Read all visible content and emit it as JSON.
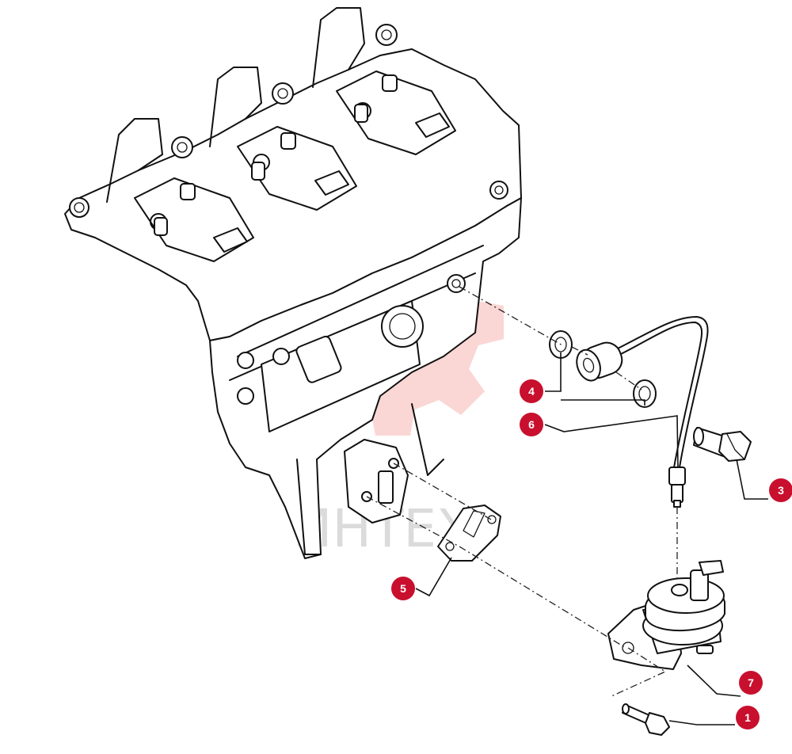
{
  "diagram": {
    "watermark_text": "ИНТЕХ",
    "callouts": [
      {
        "id": "callout-1",
        "label": "1"
      },
      {
        "id": "callout-3",
        "label": "3"
      },
      {
        "id": "callout-4",
        "label": "4"
      },
      {
        "id": "callout-5",
        "label": "5"
      },
      {
        "id": "callout-6",
        "label": "6"
      },
      {
        "id": "callout-7",
        "label": "7"
      }
    ],
    "colors": {
      "callout_fill": "#c8102e",
      "callout_text": "#ffffff",
      "line": "#111111",
      "watermark": "#e8453c"
    }
  }
}
